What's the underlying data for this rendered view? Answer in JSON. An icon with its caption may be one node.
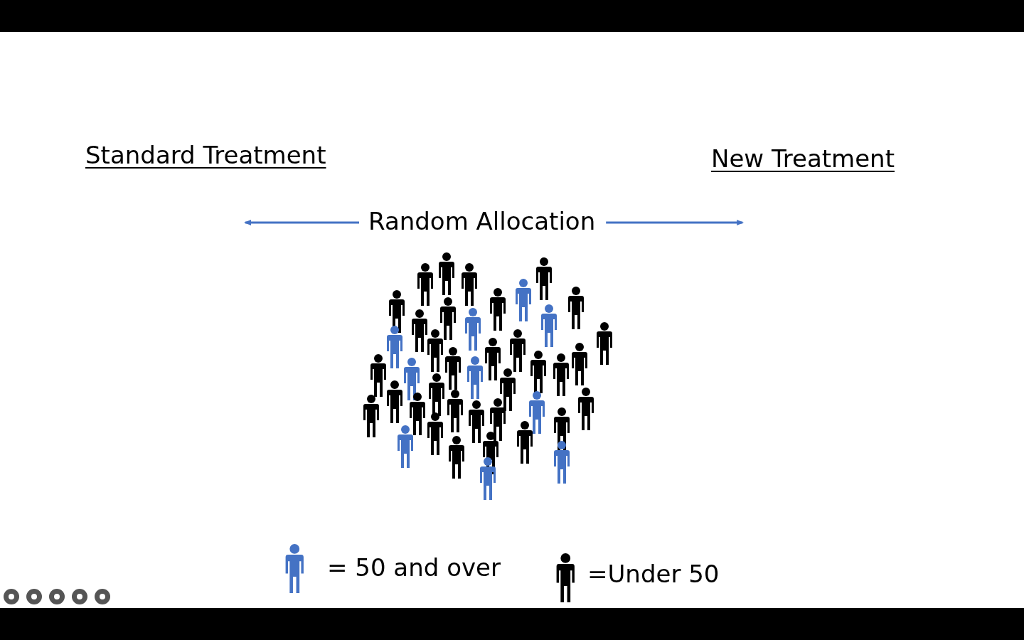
{
  "diagram": {
    "nodes": [
      {
        "text": [
          "Standard Treatment"
        ]
      },
      {
        "text": [
          "New Treatment"
        ]
      },
      {
        "text": [
          "Random Allocation"
        ]
      }
    ],
    "edges": [
      {
        "from": 2,
        "to": null,
        "arrow": "to"
      },
      {
        "from": 2,
        "to": null,
        "arrow": "to"
      }
    ],
    "legend": [
      {
        "text": "= 50 and over"
      },
      {
        "text": "=Under 50"
      }
    ]
  }
}
